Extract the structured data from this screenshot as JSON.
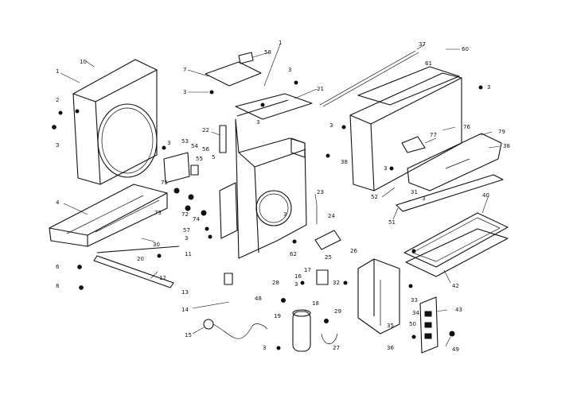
{
  "diagram": {
    "callouts": [
      {
        "id": "c-10",
        "text": "10"
      },
      {
        "id": "c-1a",
        "text": "1"
      },
      {
        "id": "c-2",
        "text": "2"
      },
      {
        "id": "c-3a",
        "text": "3"
      },
      {
        "id": "c-7",
        "text": "7"
      },
      {
        "id": "c-58",
        "text": "58"
      },
      {
        "id": "c-3b",
        "text": "3"
      },
      {
        "id": "c-1b",
        "text": "1"
      },
      {
        "id": "c-3c",
        "text": "3"
      },
      {
        "id": "c-21",
        "text": "21"
      },
      {
        "id": "c-3d",
        "text": "3"
      },
      {
        "id": "c-22",
        "text": "22"
      },
      {
        "id": "c-3e",
        "text": "3"
      },
      {
        "id": "c-53",
        "text": "53"
      },
      {
        "id": "c-54",
        "text": "54"
      },
      {
        "id": "c-56",
        "text": "56"
      },
      {
        "id": "c-55",
        "text": "55"
      },
      {
        "id": "c-5",
        "text": "5"
      },
      {
        "id": "c-37",
        "text": "37"
      },
      {
        "id": "c-60",
        "text": "60"
      },
      {
        "id": "c-61",
        "text": "61"
      },
      {
        "id": "c-3f",
        "text": "3"
      },
      {
        "id": "c-3g",
        "text": "3"
      },
      {
        "id": "c-76",
        "text": "76"
      },
      {
        "id": "c-77",
        "text": "77"
      },
      {
        "id": "c-79",
        "text": "79"
      },
      {
        "id": "c-38a",
        "text": "38"
      },
      {
        "id": "c-38b",
        "text": "38"
      },
      {
        "id": "c-3h",
        "text": "3"
      },
      {
        "id": "c-52",
        "text": "52"
      },
      {
        "id": "c-51",
        "text": "51"
      },
      {
        "id": "c-31",
        "text": "31"
      },
      {
        "id": "c-3i",
        "text": "3"
      },
      {
        "id": "c-4",
        "text": "4"
      },
      {
        "id": "c-75",
        "text": "75"
      },
      {
        "id": "c-73",
        "text": "73"
      },
      {
        "id": "c-72",
        "text": "72"
      },
      {
        "id": "c-74",
        "text": "74"
      },
      {
        "id": "c-3j",
        "text": "3"
      },
      {
        "id": "c-23",
        "text": "23"
      },
      {
        "id": "c-24",
        "text": "24"
      },
      {
        "id": "c-40",
        "text": "40"
      },
      {
        "id": "c-30",
        "text": "30"
      },
      {
        "id": "c-57",
        "text": "57"
      },
      {
        "id": "c-3k",
        "text": "3"
      },
      {
        "id": "c-11",
        "text": "11"
      },
      {
        "id": "c-20",
        "text": "20"
      },
      {
        "id": "c-62",
        "text": "62"
      },
      {
        "id": "c-25",
        "text": "25"
      },
      {
        "id": "c-6",
        "text": "6"
      },
      {
        "id": "c-12",
        "text": "12"
      },
      {
        "id": "c-8",
        "text": "8"
      },
      {
        "id": "c-13",
        "text": "13"
      },
      {
        "id": "c-26",
        "text": "26"
      },
      {
        "id": "c-17",
        "text": "17"
      },
      {
        "id": "c-16",
        "text": "16"
      },
      {
        "id": "c-28",
        "text": "28"
      },
      {
        "id": "c-3l",
        "text": "3"
      },
      {
        "id": "c-32",
        "text": "32"
      },
      {
        "id": "c-42",
        "text": "42"
      },
      {
        "id": "c-48",
        "text": "48"
      },
      {
        "id": "c-33",
        "text": "33"
      },
      {
        "id": "c-14",
        "text": "14"
      },
      {
        "id": "c-18",
        "text": "18"
      },
      {
        "id": "c-29",
        "text": "29"
      },
      {
        "id": "c-34",
        "text": "34"
      },
      {
        "id": "c-43",
        "text": "43"
      },
      {
        "id": "c-19",
        "text": "19"
      },
      {
        "id": "c-35",
        "text": "35"
      },
      {
        "id": "c-50",
        "text": "50"
      },
      {
        "id": "c-15",
        "text": "15"
      },
      {
        "id": "c-27",
        "text": "27"
      },
      {
        "id": "c-36",
        "text": "36"
      },
      {
        "id": "c-49",
        "text": "49"
      },
      {
        "id": "c-3m",
        "text": "3"
      }
    ]
  }
}
